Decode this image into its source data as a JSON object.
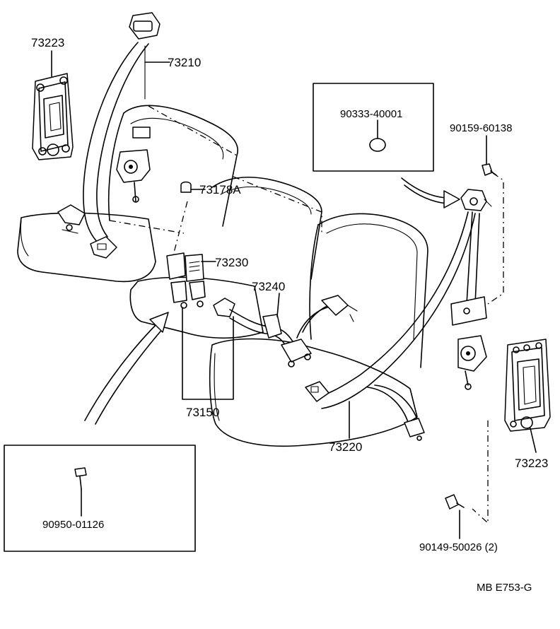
{
  "labels": {
    "p73223_left": "73223",
    "p73210": "73210",
    "p73178a": "73178A",
    "p73230": "73230",
    "p73240": "73240",
    "p73150": "73150",
    "p73220": "73220",
    "p90333": "90333-40001",
    "p90159": "90159-60138",
    "p73223_right": "73223",
    "p90950": "90950-01126",
    "p90149": "90149-50026 (2)",
    "code": "MB  E753-G"
  }
}
